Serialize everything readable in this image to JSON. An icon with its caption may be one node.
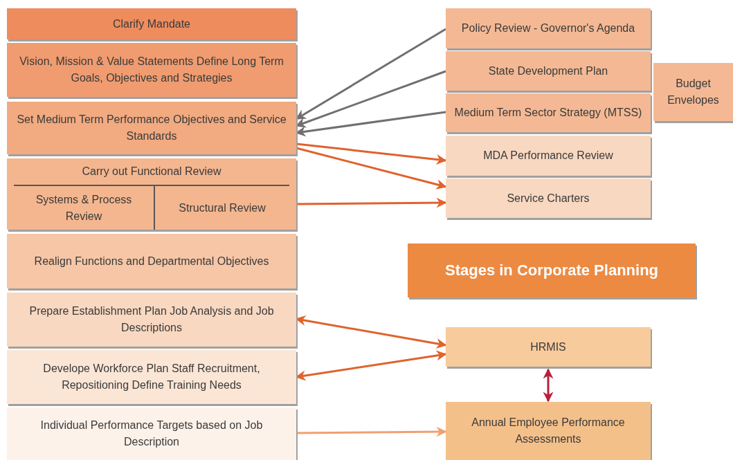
{
  "diagram": {
    "nodes": [
      {
        "text": [
          "Clarify Mandate"
        ]
      },
      {
        "text": [
          "Vision, Mission & Value Statements Define Long Term Goals, Objectives and Strategies"
        ]
      },
      {
        "text": [
          "Set Medium Term Performance Objectives and Service Standards"
        ]
      },
      {
        "text": [
          "Carry out Functional Review"
        ]
      },
      {
        "text": [
          "Systems & Process Review"
        ],
        "in": 3
      },
      {
        "text": [
          "Structural Review"
        ],
        "in": 3
      },
      {
        "text": [
          "Realign Functions and Departmental Objectives"
        ]
      },
      {
        "text": [
          "Prepare Establishment Plan Job Analysis and Job Descriptions"
        ]
      },
      {
        "text": [
          "Develope Workforce Plan Staff Recruitment, Repositioning Define Training Needs"
        ]
      },
      {
        "text": [
          "Individual Performance Targets based on Job Description"
        ]
      },
      {
        "text": [
          "Policy Review - Governor's Agenda"
        ]
      },
      {
        "text": [
          "State Development Plan"
        ]
      },
      {
        "text": [
          "Medium Term Sector Strategy (MTSS)"
        ]
      },
      {
        "text": [
          "Budget Envelopes"
        ]
      },
      {
        "text": [
          "MDA Performance Review"
        ]
      },
      {
        "text": [
          "Service Charters"
        ]
      },
      {
        "text": [
          "Stages in Corporate Planning"
        ]
      },
      {
        "text": [
          "HRMIS"
        ]
      },
      {
        "text": [
          "Annual Employee Performance Assessments"
        ]
      }
    ],
    "edges": [
      {
        "from": 10,
        "to": 2,
        "arrow": "to",
        "color": "#707070"
      },
      {
        "from": 11,
        "to": 2,
        "arrow": "to",
        "color": "#707070"
      },
      {
        "from": 12,
        "to": 2,
        "arrow": "to",
        "color": "#707070"
      },
      {
        "from": 2,
        "to": 14,
        "arrow": "to"
      },
      {
        "from": 2,
        "to": 15,
        "arrow": "to"
      },
      {
        "from": 3,
        "to": 15,
        "arrow": "to"
      },
      {
        "from": 7,
        "to": 17,
        "arrow": "both"
      },
      {
        "from": 8,
        "to": 17,
        "arrow": "both"
      },
      {
        "from": 17,
        "to": 18,
        "arrow": "both",
        "color": "#b8203a"
      },
      {
        "from": 9,
        "to": 18,
        "arrow": "to",
        "color": "#f0a070"
      }
    ]
  }
}
